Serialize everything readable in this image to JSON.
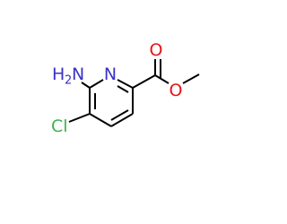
{
  "molecule": {
    "atoms": {
      "amine_n": {
        "element": "N",
        "hydrogens": "2",
        "color": "#3a32c8"
      },
      "ring_n": {
        "element": "N",
        "color": "#3a32c8"
      },
      "chlorine": {
        "element": "Cl",
        "color": "#3cb44a"
      },
      "carbonyl_o": {
        "element": "O",
        "color": "#e8121a"
      },
      "ester_o": {
        "element": "O",
        "color": "#e8121a"
      }
    },
    "bond_color": "#000000"
  }
}
